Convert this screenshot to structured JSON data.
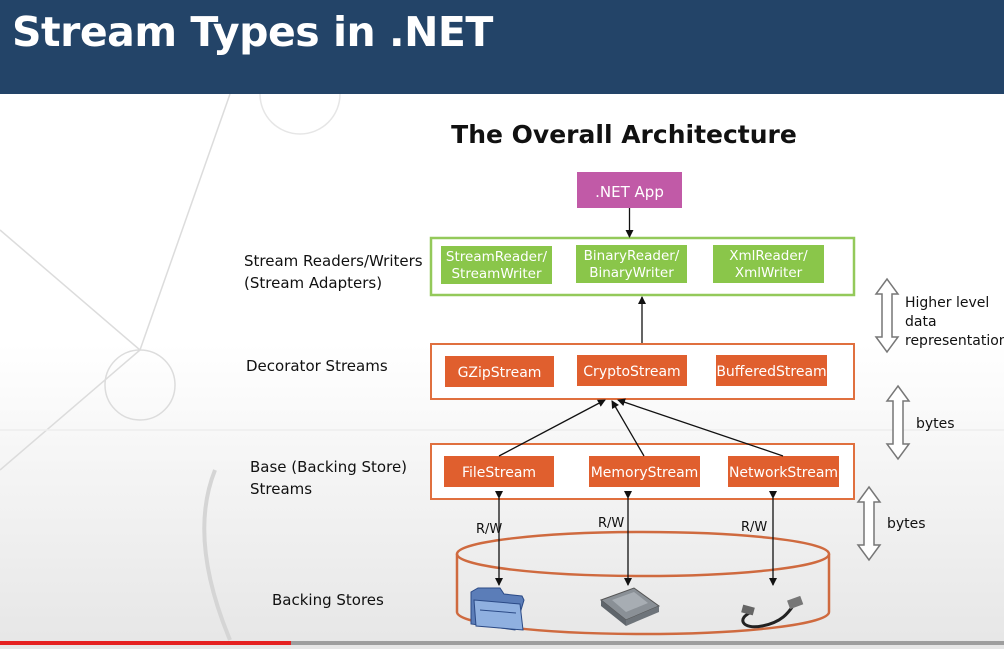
{
  "slide": {
    "title": "Stream Types in .NET",
    "subtitle": "The Overall Architecture"
  },
  "colors": {
    "header_bg": "#234468",
    "app_box": "#c15aa7",
    "adapter_fill": "#8ac64a",
    "adapter_border": "#94c95a",
    "stream_fill": "#e05f2e",
    "stream_border": "#e0703f"
  },
  "diagram": {
    "app": ".NET App",
    "layers": [
      {
        "label_lines": [
          "Stream Readers/Writers",
          "(Stream Adapters)"
        ],
        "items": [
          [
            "StreamReader/",
            "StreamWriter"
          ],
          [
            "BinaryReader/",
            "BinaryWriter"
          ],
          [
            "XmlReader/",
            "XmlWriter"
          ]
        ]
      },
      {
        "label_lines": [
          "Decorator Streams"
        ],
        "items": [
          [
            "GZipStream"
          ],
          [
            "CryptoStream"
          ],
          [
            "BufferedStream"
          ]
        ]
      },
      {
        "label_lines": [
          "Base (Backing Store)",
          "Streams"
        ],
        "items": [
          [
            "FileStream"
          ],
          [
            "MemoryStream"
          ],
          [
            "NetworkStream"
          ]
        ]
      },
      {
        "label_lines": [
          "Backing Stores"
        ],
        "items": [
          [
            "folder-icon"
          ],
          [
            "chip-icon"
          ],
          [
            "network-cable-icon"
          ]
        ]
      }
    ],
    "rw_label": "R/W",
    "side_labels": [
      [
        "Higher level",
        "data",
        "representation"
      ],
      [
        "bytes"
      ],
      [
        "bytes"
      ]
    ]
  },
  "video": {
    "progress": 0.29
  }
}
